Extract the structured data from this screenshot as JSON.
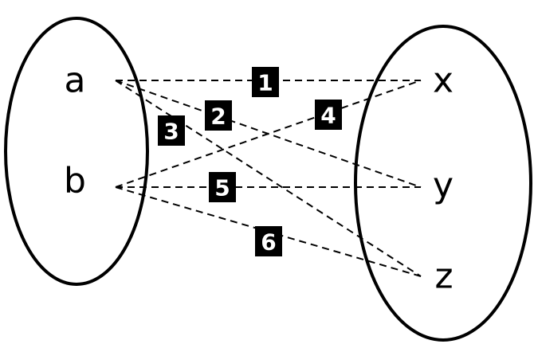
{
  "domain": {
    "nodes": [
      {
        "id": "a",
        "label": "a"
      },
      {
        "id": "b",
        "label": "b"
      }
    ]
  },
  "codomain": {
    "nodes": [
      {
        "id": "x",
        "label": "x"
      },
      {
        "id": "y",
        "label": "y"
      },
      {
        "id": "z",
        "label": "z"
      }
    ]
  },
  "edges": [
    {
      "label": "1",
      "from": "a",
      "to": "x"
    },
    {
      "label": "2",
      "from": "a",
      "to": "y"
    },
    {
      "label": "3",
      "from": "a",
      "to": "z"
    },
    {
      "label": "4",
      "from": "b",
      "to": "x"
    },
    {
      "label": "5",
      "from": "b",
      "to": "y"
    },
    {
      "label": "6",
      "from": "b",
      "to": "z"
    }
  ],
  "colors": {
    "line": "#000000",
    "badge_fill": "#000000",
    "badge_text": "#ffffff",
    "background": "#ffffff"
  }
}
